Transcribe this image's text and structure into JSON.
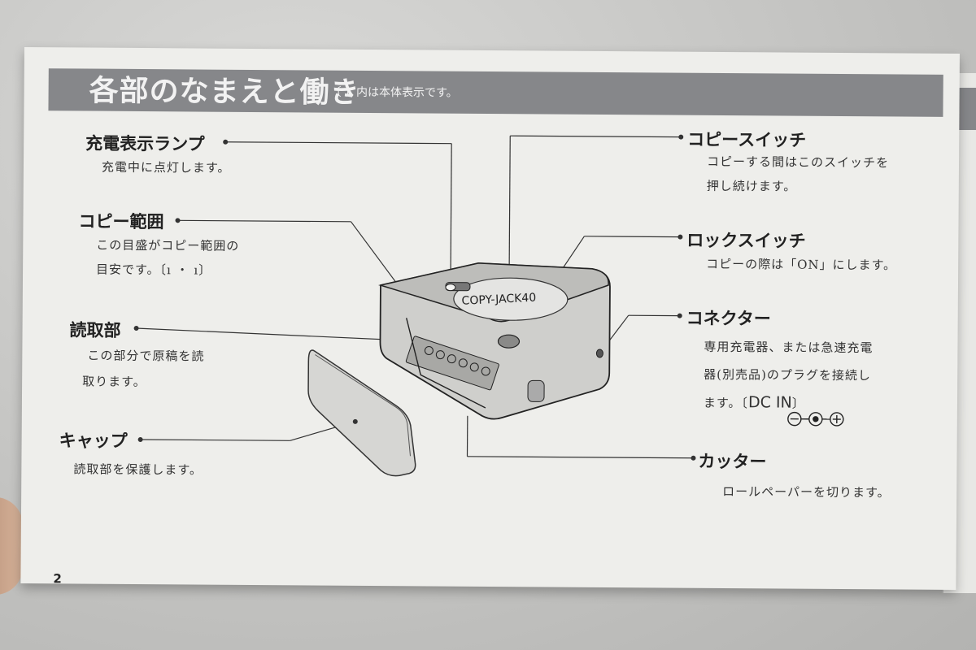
{
  "header": {
    "title": "各部のなまえと働き",
    "note": "〔 〕内は本体表示です。"
  },
  "page_number": "2",
  "device": {
    "model_label": "COPY-JACK40"
  },
  "parts": {
    "charge_lamp": {
      "label": "充電表示ランプ",
      "desc": [
        "充電中に点灯します。"
      ]
    },
    "copy_range": {
      "label": "コピー範囲",
      "desc": [
        "この目盛がコピー範囲の",
        "目安です。〔ı ・ ı〕"
      ]
    },
    "reader": {
      "label": "読取部",
      "desc": [
        "この部分で原稿を読",
        "取ります。"
      ]
    },
    "cap": {
      "label": "キャップ",
      "desc": [
        "読取部を保護します。"
      ]
    },
    "copy_switch": {
      "label": "コピースイッチ",
      "desc": [
        "コピーする間はこのスイッチを",
        "押し続けます。"
      ]
    },
    "lock_switch": {
      "label": "ロックスイッチ",
      "desc": [
        "コピーの際は「ON」にします。"
      ]
    },
    "connector": {
      "label": "コネクター",
      "desc": [
        "専用充電器、または急速充電",
        "器(別売品)のプラグを接続し",
        "ます。〔"
      ],
      "dc_label": "DC IN",
      "dc_close": "〕"
    },
    "cutter": {
      "label": "カッター",
      "desc": [
        "ロールペーパーを切ります。"
      ]
    }
  }
}
